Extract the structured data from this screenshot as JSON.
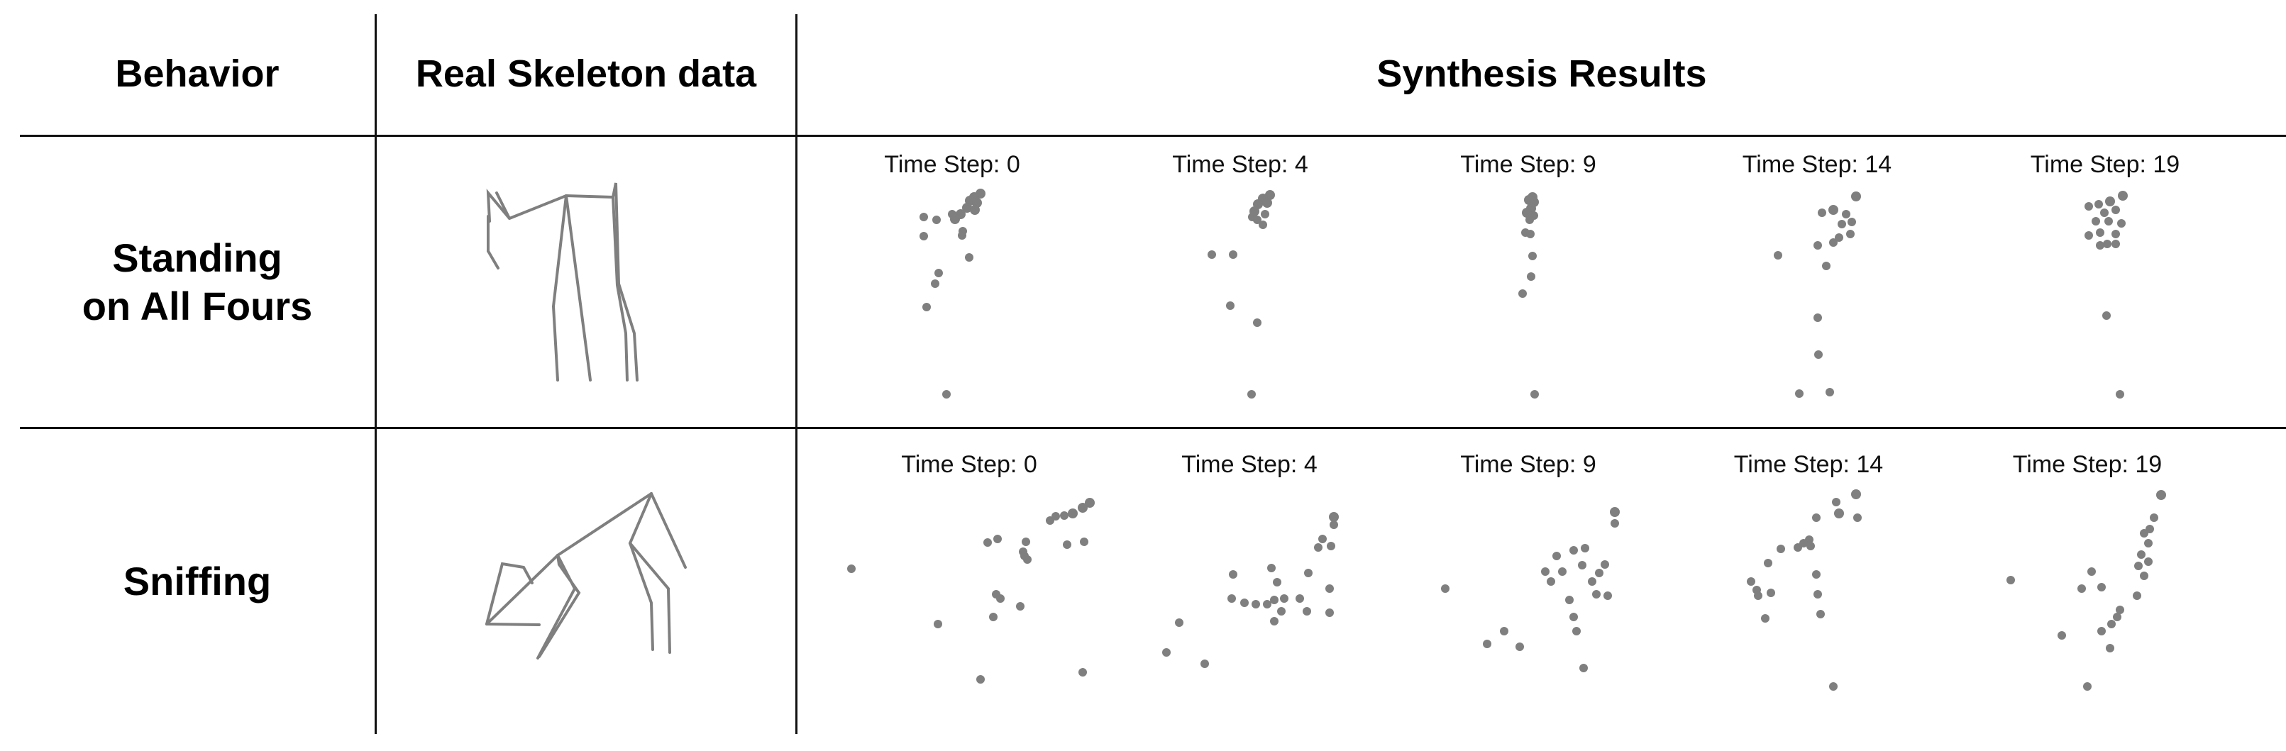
{
  "headers": {
    "behavior": "Behavior",
    "real": "Real Skeleton data",
    "synthesis": "Synthesis Results"
  },
  "rows": [
    {
      "label_line1": "Standing",
      "label_line2": "on All Fours",
      "timesteps": [
        "Time Step: 0",
        "Time Step: 4",
        "Time Step: 9",
        "Time Step: 14",
        "Time Step: 19"
      ]
    },
    {
      "label_line1": "Sniffing",
      "label_line2": "",
      "timesteps": [
        "Time Step: 0",
        "Time Step: 4",
        "Time Step: 9",
        "Time Step: 14",
        "Time Step: 19"
      ]
    }
  ],
  "colors": {
    "marks": "#7f7f7f",
    "rules": "#111111"
  }
}
